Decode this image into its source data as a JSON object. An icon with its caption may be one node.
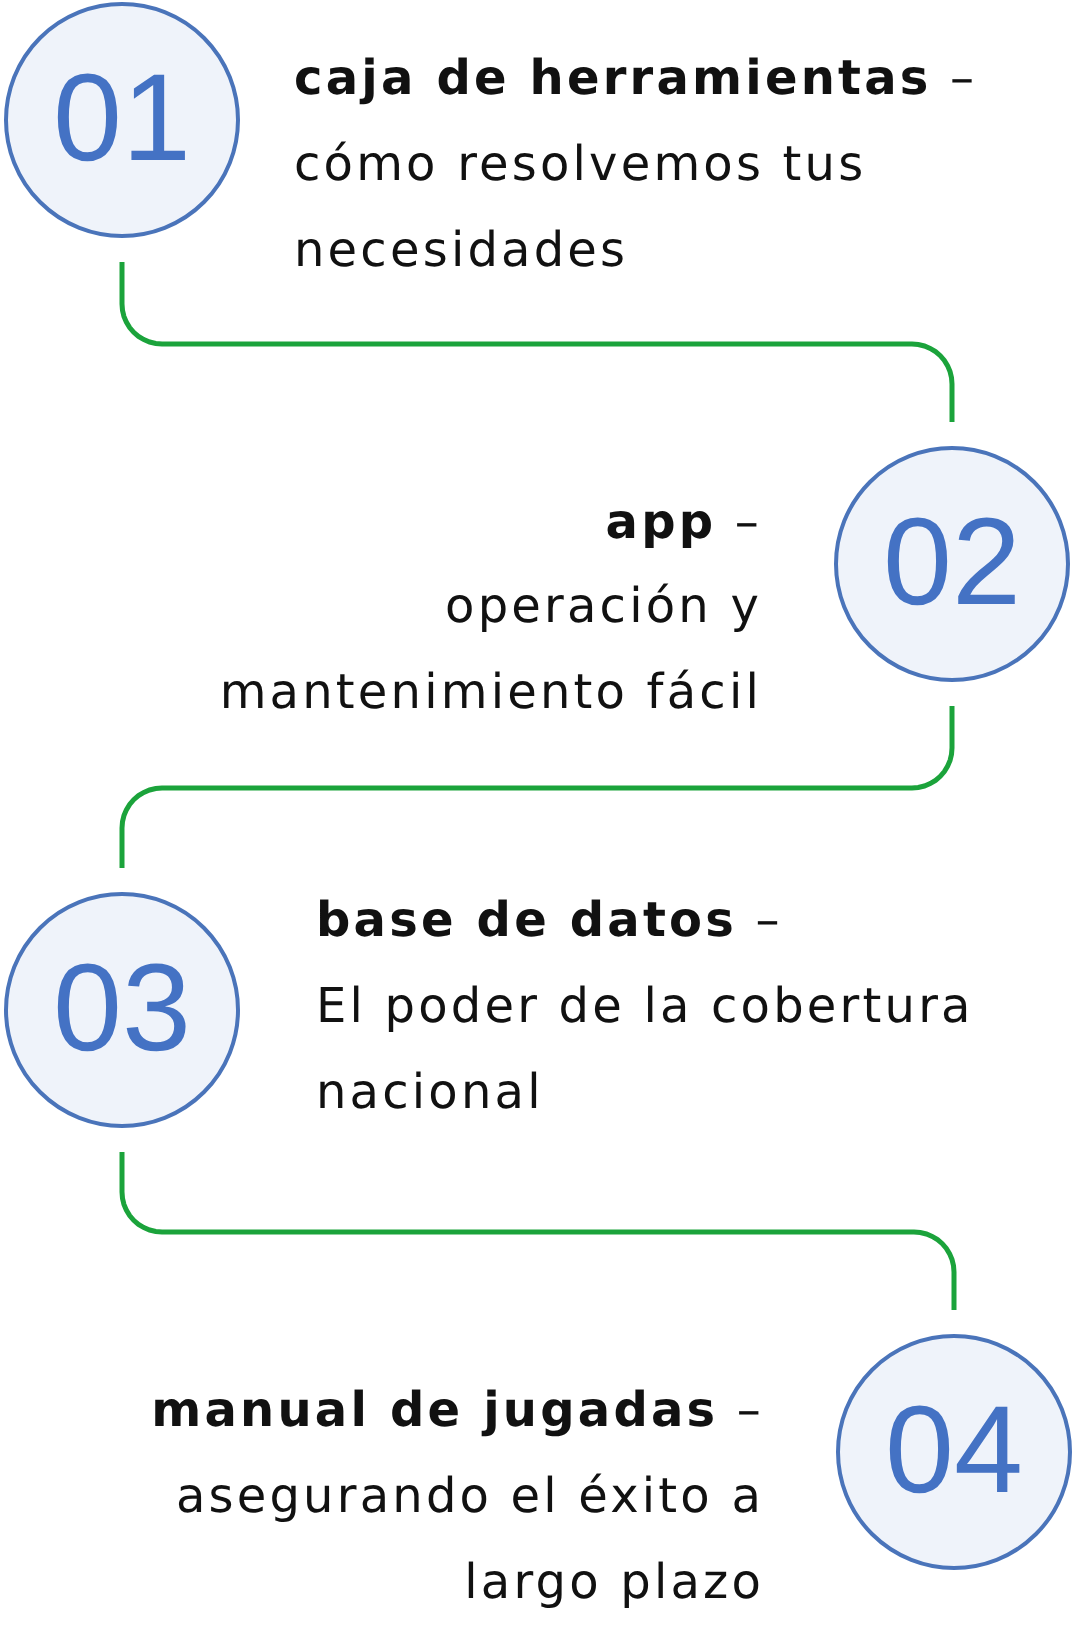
{
  "diagram": {
    "nodes": [
      {
        "text": [
          "01"
        ],
        "beside": [
          "**caja de herramientas** –",
          "cómo resolvemos tus necesidades"
        ]
      },
      {
        "text": [
          "02"
        ],
        "beside": [
          "**app** –",
          "operación y mantenimiento fácil"
        ]
      },
      {
        "text": [
          "03"
        ],
        "beside": [
          "**base de datos** –",
          "El poder de la cobertura nacional"
        ]
      },
      {
        "text": [
          "04"
        ],
        "beside": [
          "**manual de jugadas** –",
          "asegurando el éxito a largo plazo"
        ]
      }
    ],
    "edges": [
      {
        "from": 0,
        "to": 1,
        "arrow": "none"
      },
      {
        "from": 1,
        "to": 2,
        "arrow": "none"
      },
      {
        "from": 2,
        "to": 3,
        "arrow": "none"
      }
    ]
  }
}
